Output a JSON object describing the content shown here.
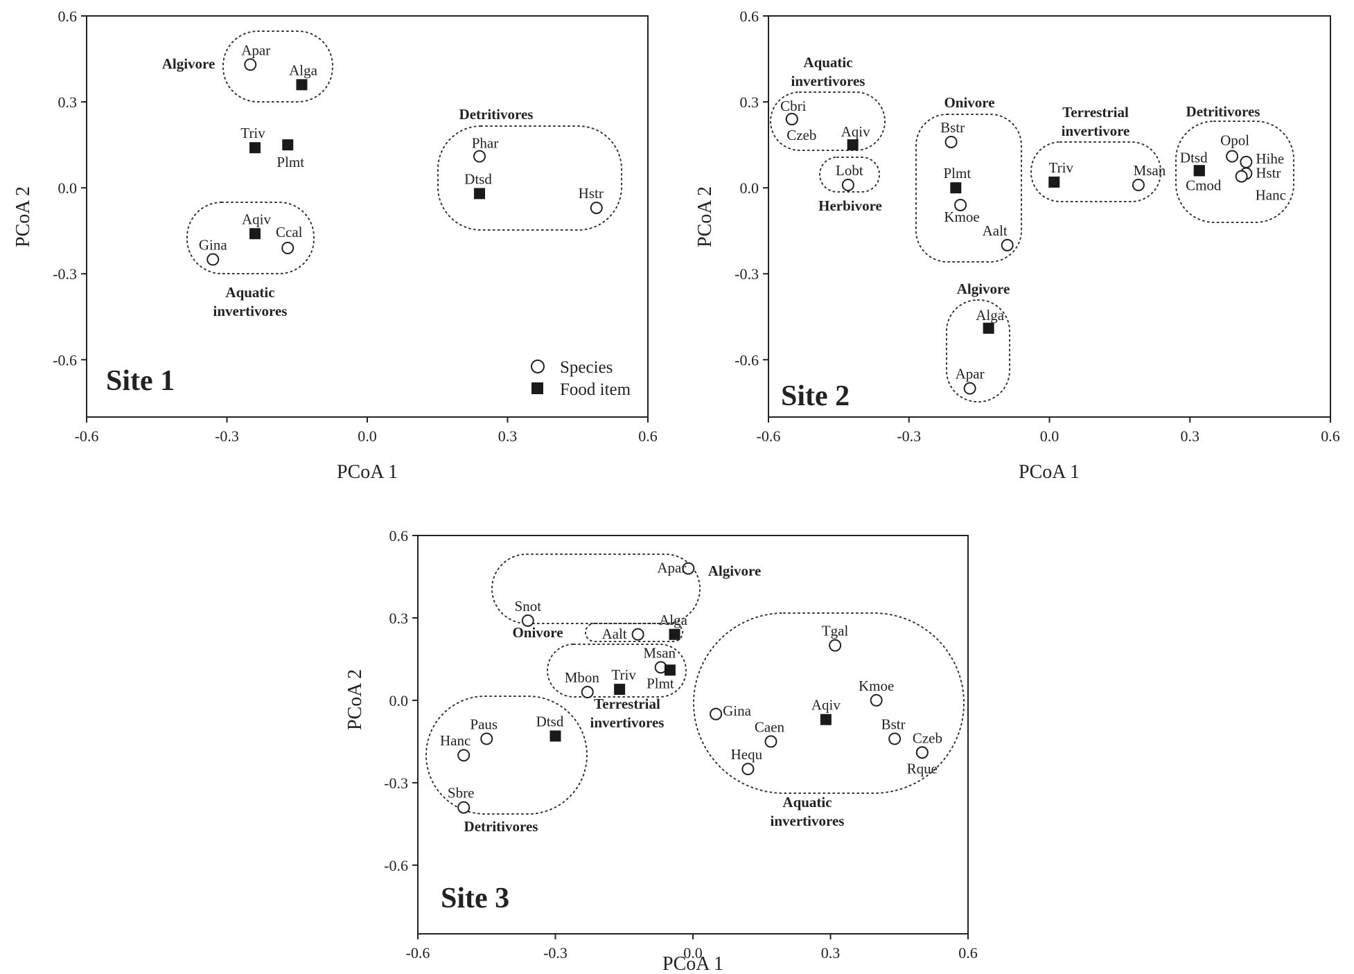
{
  "legend": {
    "species": "Species",
    "food_item": "Food item"
  },
  "chart_data": [
    {
      "type": "scatter",
      "panel": "Site 1",
      "xlabel": "PCoA 1",
      "ylabel": "PCoA 2",
      "xlim": [
        -0.6,
        0.6
      ],
      "ylim": [
        -0.8,
        0.6
      ],
      "xticks": [
        "-0.6",
        "-0.3",
        "0.0",
        "0.3",
        "0.6"
      ],
      "yticks": [
        "0.6",
        "0.3",
        "0.0",
        "-0.3",
        "-0.6"
      ],
      "legend": "bottom-right",
      "series": [
        {
          "name": "Species",
          "marker": "open-circle",
          "points": [
            {
              "label": "Apar",
              "x": -0.25,
              "y": 0.43
            },
            {
              "label": "Phar",
              "x": 0.24,
              "y": 0.11
            },
            {
              "label": "Hstr",
              "x": 0.49,
              "y": -0.07
            },
            {
              "label": "Gina",
              "x": -0.33,
              "y": -0.25
            },
            {
              "label": "Ccal",
              "x": -0.17,
              "y": -0.21
            }
          ]
        },
        {
          "name": "Food item",
          "marker": "filled-square",
          "points": [
            {
              "label": "Alga",
              "x": -0.14,
              "y": 0.36
            },
            {
              "label": "Triv",
              "x": -0.24,
              "y": 0.14
            },
            {
              "label": "Plmt",
              "x": -0.17,
              "y": 0.15
            },
            {
              "label": "Dtsd",
              "x": 0.24,
              "y": -0.02
            },
            {
              "label": "Aqiv",
              "x": -0.24,
              "y": -0.16
            }
          ]
        }
      ],
      "groups": [
        {
          "label": [
            "Algivore"
          ]
        },
        {
          "label": [
            "Detritivores"
          ]
        },
        {
          "label": [
            "Aquatic",
            "invertivores"
          ]
        }
      ]
    },
    {
      "type": "scatter",
      "panel": "Site 2",
      "xlabel": "PCoA 1",
      "ylabel": "PCoA 2",
      "xlim": [
        -0.6,
        0.6
      ],
      "ylim": [
        -0.8,
        0.6
      ],
      "xticks": [
        "-0.6",
        "-0.3",
        "0.0",
        "0.3",
        "0.6"
      ],
      "yticks": [
        "0.6",
        "0.3",
        "0.0",
        "-0.3",
        "-0.6"
      ],
      "series": [
        {
          "name": "Species",
          "marker": "open-circle",
          "points": [
            {
              "label": "Cbri",
              "x": -0.55,
              "y": 0.24
            },
            {
              "label": "Czeb",
              "x": -0.55,
              "y": 0.24
            },
            {
              "label": "Lobt",
              "x": -0.43,
              "y": 0.01
            },
            {
              "label": "Bstr",
              "x": -0.21,
              "y": 0.16
            },
            {
              "label": "Kmoe",
              "x": -0.19,
              "y": -0.06
            },
            {
              "label": "Aalt",
              "x": -0.09,
              "y": -0.2
            },
            {
              "label": "Msan",
              "x": 0.19,
              "y": 0.01
            },
            {
              "label": "Opol",
              "x": 0.39,
              "y": 0.11
            },
            {
              "label": "Hihe",
              "x": 0.42,
              "y": 0.09
            },
            {
              "label": "Hstr",
              "x": 0.42,
              "y": 0.05
            },
            {
              "label": "Hanc",
              "x": 0.41,
              "y": 0.04
            },
            {
              "label": "Apar",
              "x": -0.17,
              "y": -0.7
            }
          ]
        },
        {
          "name": "Food item",
          "marker": "filled-square",
          "points": [
            {
              "label": "Aqiv",
              "x": -0.42,
              "y": 0.15
            },
            {
              "label": "Plmt",
              "x": -0.2,
              "y": 0.0
            },
            {
              "label": "Triv",
              "x": 0.01,
              "y": 0.02
            },
            {
              "label": "Dtsd",
              "x": 0.32,
              "y": 0.06
            },
            {
              "label": "Cmod",
              "x": 0.32,
              "y": 0.06
            },
            {
              "label": "Alga",
              "x": -0.13,
              "y": -0.49
            }
          ]
        }
      ],
      "groups": [
        {
          "label": [
            "Aquatic",
            "invertivores"
          ]
        },
        {
          "label": [
            "Herbivore"
          ]
        },
        {
          "label": [
            "Onivore"
          ]
        },
        {
          "label": [
            "Terrestrial",
            "invertivore"
          ]
        },
        {
          "label": [
            "Detritivores"
          ]
        },
        {
          "label": [
            "Algivore"
          ]
        }
      ]
    },
    {
      "type": "scatter",
      "panel": "Site 3",
      "xlabel": "PCoA 1",
      "ylabel": "PCoA 2",
      "xlim": [
        -0.6,
        0.6
      ],
      "ylim": [
        -0.85,
        0.6
      ],
      "xticks": [
        "-0.6",
        "-0.3",
        "0.0",
        "0.3",
        "0.6"
      ],
      "yticks": [
        "0.6",
        "0.3",
        "0.0",
        "-0.3",
        "-0.6"
      ],
      "series": [
        {
          "name": "Species",
          "marker": "open-circle",
          "points": [
            {
              "label": "Apar",
              "x": -0.01,
              "y": 0.48
            },
            {
              "label": "Snot",
              "x": -0.36,
              "y": 0.29
            },
            {
              "label": "Aalt",
              "x": -0.12,
              "y": 0.24
            },
            {
              "label": "Msan",
              "x": -0.07,
              "y": 0.12
            },
            {
              "label": "Mbon",
              "x": -0.23,
              "y": 0.03
            },
            {
              "label": "Tgal",
              "x": 0.31,
              "y": 0.2
            },
            {
              "label": "Kmoe",
              "x": 0.4,
              "y": 0.0
            },
            {
              "label": "Gina",
              "x": 0.05,
              "y": -0.05
            },
            {
              "label": "Caen",
              "x": 0.17,
              "y": -0.15
            },
            {
              "label": "Hequ",
              "x": 0.12,
              "y": -0.25
            },
            {
              "label": "Bstr",
              "x": 0.44,
              "y": -0.14
            },
            {
              "label": "Czeb",
              "x": 0.5,
              "y": -0.19
            },
            {
              "label": "Rque",
              "x": 0.5,
              "y": -0.19
            },
            {
              "label": "Paus",
              "x": -0.45,
              "y": -0.14
            },
            {
              "label": "Hanc",
              "x": -0.5,
              "y": -0.2
            },
            {
              "label": "Sbre",
              "x": -0.5,
              "y": -0.39
            }
          ]
        },
        {
          "name": "Food item",
          "marker": "filled-square",
          "points": [
            {
              "label": "Alga",
              "x": -0.04,
              "y": 0.24
            },
            {
              "label": "Plmt",
              "x": -0.05,
              "y": 0.11
            },
            {
              "label": "Triv",
              "x": -0.16,
              "y": 0.04
            },
            {
              "label": "Aqiv",
              "x": 0.29,
              "y": -0.07
            },
            {
              "label": "Dtsd",
              "x": -0.3,
              "y": -0.13
            }
          ]
        }
      ],
      "groups": [
        {
          "label": [
            "Algivore"
          ]
        },
        {
          "label": [
            "Onivore"
          ]
        },
        {
          "label": [
            "Terrestrial",
            "invertivores"
          ]
        },
        {
          "label": [
            "Detritivores"
          ]
        },
        {
          "label": [
            "Aquatic",
            "invertivores"
          ]
        }
      ]
    }
  ]
}
